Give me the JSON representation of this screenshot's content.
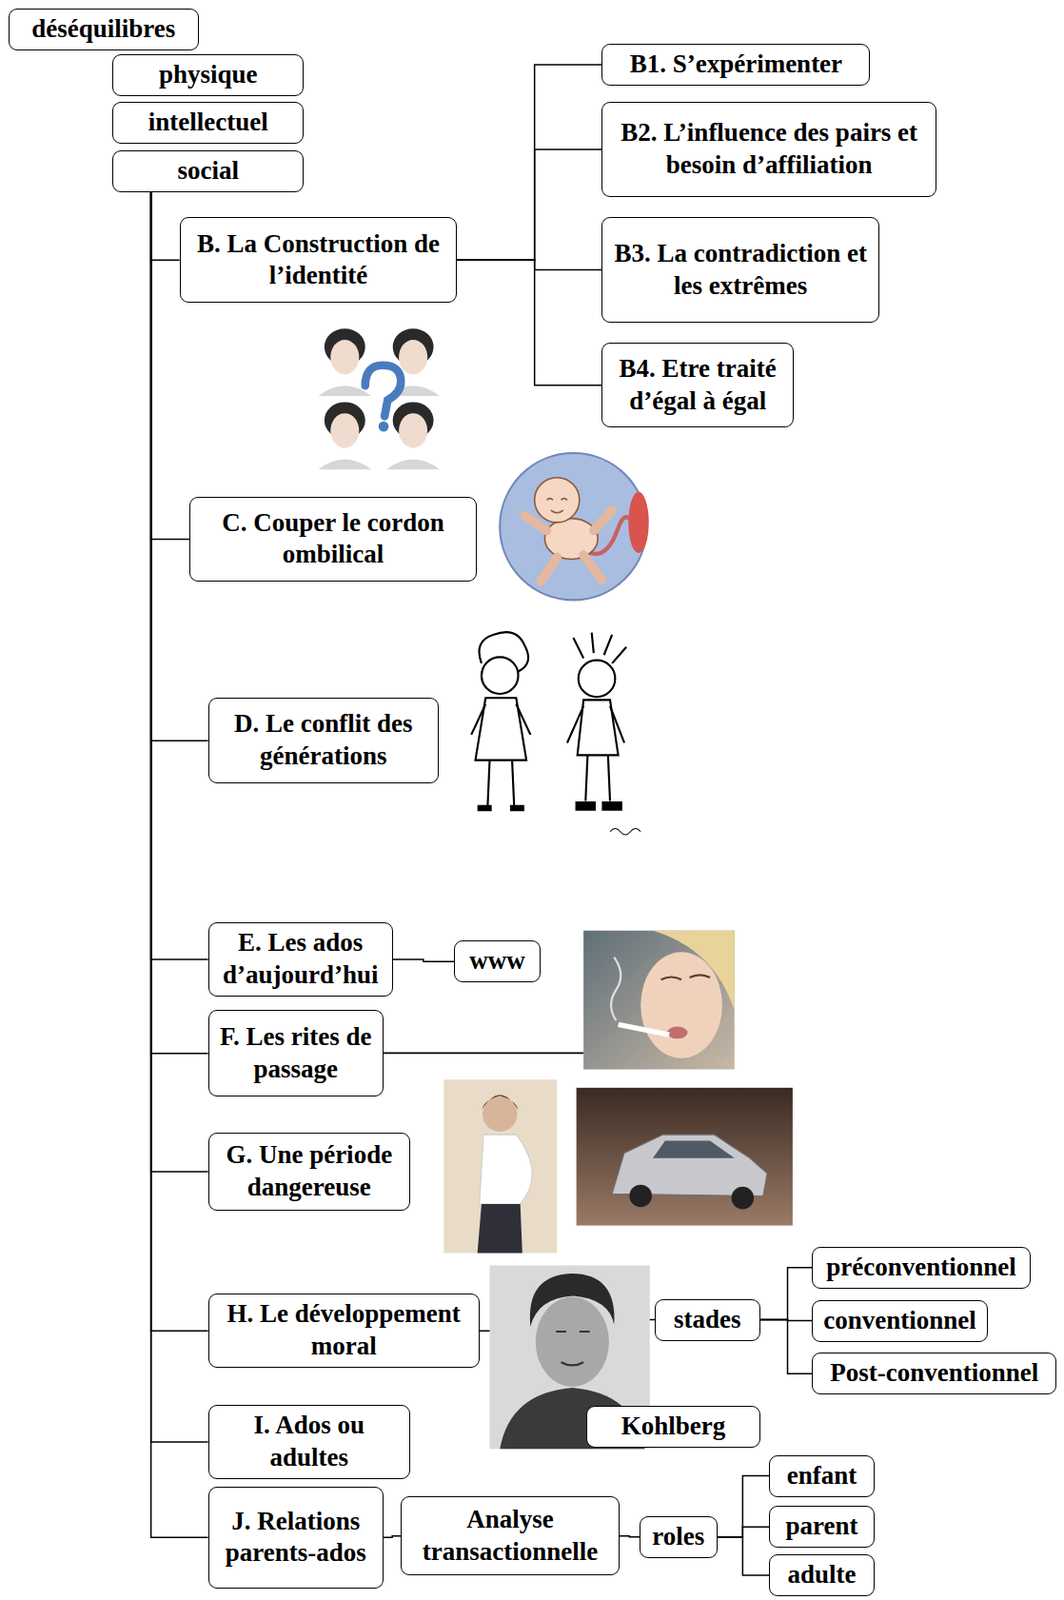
{
  "diagram": {
    "nodes": [
      {
        "text": [
          "déséquilibres"
        ]
      },
      {
        "text": [
          "physique"
        ]
      },
      {
        "text": [
          "intellectuel"
        ]
      },
      {
        "text": [
          "social"
        ]
      },
      {
        "text": [
          "B. La Construction de l’identité"
        ]
      },
      {
        "text": [
          "B1. S’expérimenter"
        ]
      },
      {
        "text": [
          "B2. L’influence des pairs et besoin d’affiliation"
        ]
      },
      {
        "text": [
          "B3. La contradiction et les extrêmes"
        ]
      },
      {
        "text": [
          "B4. Etre traité d’égal à égal"
        ]
      },
      {
        "text": [
          "C. Couper le cordon ombilical"
        ]
      },
      {
        "text": [
          "D. Le conflit des générations"
        ]
      },
      {
        "text": [
          "E. Les ados d’aujourd’hui"
        ]
      },
      {
        "text": [
          "www"
        ]
      },
      {
        "text": [
          "F. Les rites de passage"
        ]
      },
      {
        "text": [
          "G. Une période dangereuse"
        ]
      },
      {
        "text": [
          "H. Le développement moral"
        ]
      },
      {
        "text": [
          "stades"
        ]
      },
      {
        "text": [
          "préconventionnel"
        ]
      },
      {
        "text": [
          "conventionnel"
        ]
      },
      {
        "text": [
          "Post-conventionnel"
        ]
      },
      {
        "text": [
          "Kohlberg"
        ]
      },
      {
        "text": [
          "I. Ados ou adultes"
        ]
      },
      {
        "text": [
          "J. Relations parents-ados"
        ]
      },
      {
        "text": [
          "Analyse transactionnelle"
        ]
      },
      {
        "text": [
          "roles"
        ]
      },
      {
        "text": [
          "enfant"
        ]
      },
      {
        "text": [
          "parent"
        ]
      },
      {
        "text": [
          "adulte"
        ]
      }
    ],
    "edges": [
      {
        "from": 3,
        "to": 4,
        "arrow": "none"
      },
      {
        "from": 3,
        "to": 9,
        "arrow": "none"
      },
      {
        "from": 3,
        "to": 10,
        "arrow": "none"
      },
      {
        "from": 3,
        "to": 11,
        "arrow": "none"
      },
      {
        "from": 3,
        "to": 13,
        "arrow": "none"
      },
      {
        "from": 3,
        "to": 14,
        "arrow": "none"
      },
      {
        "from": 3,
        "to": 15,
        "arrow": "none"
      },
      {
        "from": 3,
        "to": 21,
        "arrow": "none"
      },
      {
        "from": 3,
        "to": 22,
        "arrow": "none"
      },
      {
        "from": 4,
        "to": 5,
        "arrow": "none"
      },
      {
        "from": 4,
        "to": 6,
        "arrow": "none"
      },
      {
        "from": 4,
        "to": 7,
        "arrow": "none"
      },
      {
        "from": 4,
        "to": 8,
        "arrow": "none"
      },
      {
        "from": 11,
        "to": 12,
        "arrow": "none"
      },
      {
        "from": 15,
        "to": 16,
        "arrow": "none"
      },
      {
        "from": 16,
        "to": 17,
        "arrow": "none"
      },
      {
        "from": 16,
        "to": 18,
        "arrow": "none"
      },
      {
        "from": 16,
        "to": 19,
        "arrow": "none"
      },
      {
        "from": 22,
        "to": 23,
        "arrow": "none"
      },
      {
        "from": 23,
        "to": 24,
        "arrow": "none"
      },
      {
        "from": 24,
        "to": 25,
        "arrow": "none"
      },
      {
        "from": 24,
        "to": 26,
        "arrow": "none"
      },
      {
        "from": 24,
        "to": 27,
        "arrow": "none"
      }
    ]
  }
}
